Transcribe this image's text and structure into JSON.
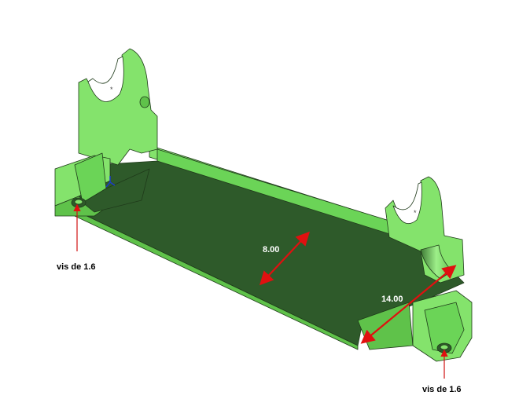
{
  "annotations": {
    "left_screw": "vis de 1.6",
    "right_screw": "vis de 1.6"
  },
  "dimensions": {
    "width_value": "8.00",
    "span_value": "14.00"
  },
  "colors": {
    "light_face": "#84e36c",
    "mid_face": "#5fc24a",
    "dark_face": "#2e5a2a",
    "edge": "#1f3a1a",
    "dimension_arrow": "#e01010",
    "leader_arrow": "#d01010",
    "triad": "#1a3ad0"
  }
}
